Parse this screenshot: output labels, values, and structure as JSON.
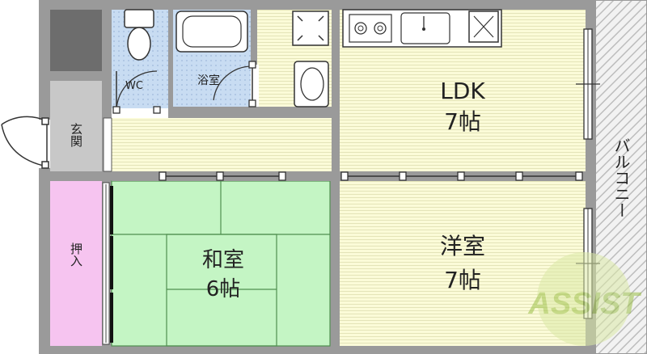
{
  "rooms": {
    "ldk": {
      "name": "LDK",
      "size": "7帖"
    },
    "western": {
      "name": "洋室",
      "size": "7帖"
    },
    "japanese": {
      "name": "和室",
      "size": "6帖"
    },
    "bath": {
      "name": "浴室"
    },
    "wc": {
      "name": "WC"
    },
    "entrance": {
      "name": "玄関"
    },
    "closet": {
      "name": "押入"
    },
    "balcony": {
      "name": "バルコニー"
    }
  },
  "watermark": "ASSIST",
  "colors": {
    "wall": "#999999",
    "ldk_floor": "#fafad2",
    "tatami": "#c4f5c4",
    "tatami_line": "#4f8f4f",
    "tile": "#c8dcf2",
    "closet": "#f6c4f0",
    "entrance": "#c8c8c8",
    "storage": "#6d6d6d",
    "balcony_hatch": "#bdbdbd"
  }
}
